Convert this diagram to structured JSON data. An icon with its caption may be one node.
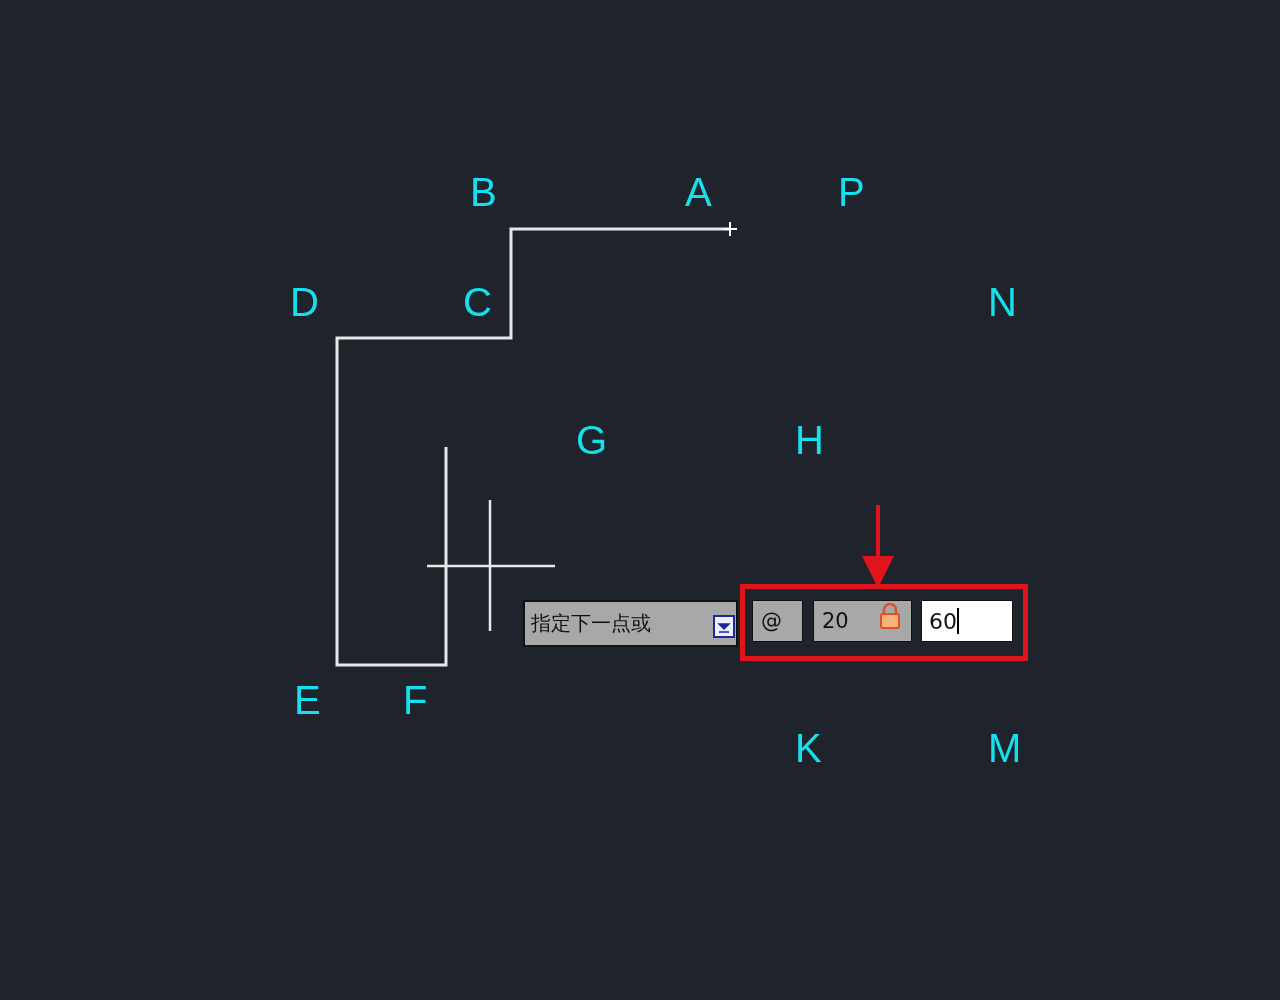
{
  "diagram": {
    "nodes": [
      {
        "text": [
          "指定下一点或"
        ]
      },
      {
        "text": [],
        "shape": "box"
      },
      {
        "text": [
          "@"
        ],
        "in": 1
      },
      {
        "text": [
          "20"
        ],
        "in": 1
      },
      {
        "text": [
          "60"
        ],
        "in": 1
      }
    ],
    "edges": [
      {
        "from": null,
        "to": 1,
        "arrow": "to"
      }
    ],
    "labels": [
      "B",
      "A",
      "P",
      "D",
      "C",
      "N",
      "G",
      "H",
      "E",
      "F",
      "K",
      "M"
    ]
  }
}
